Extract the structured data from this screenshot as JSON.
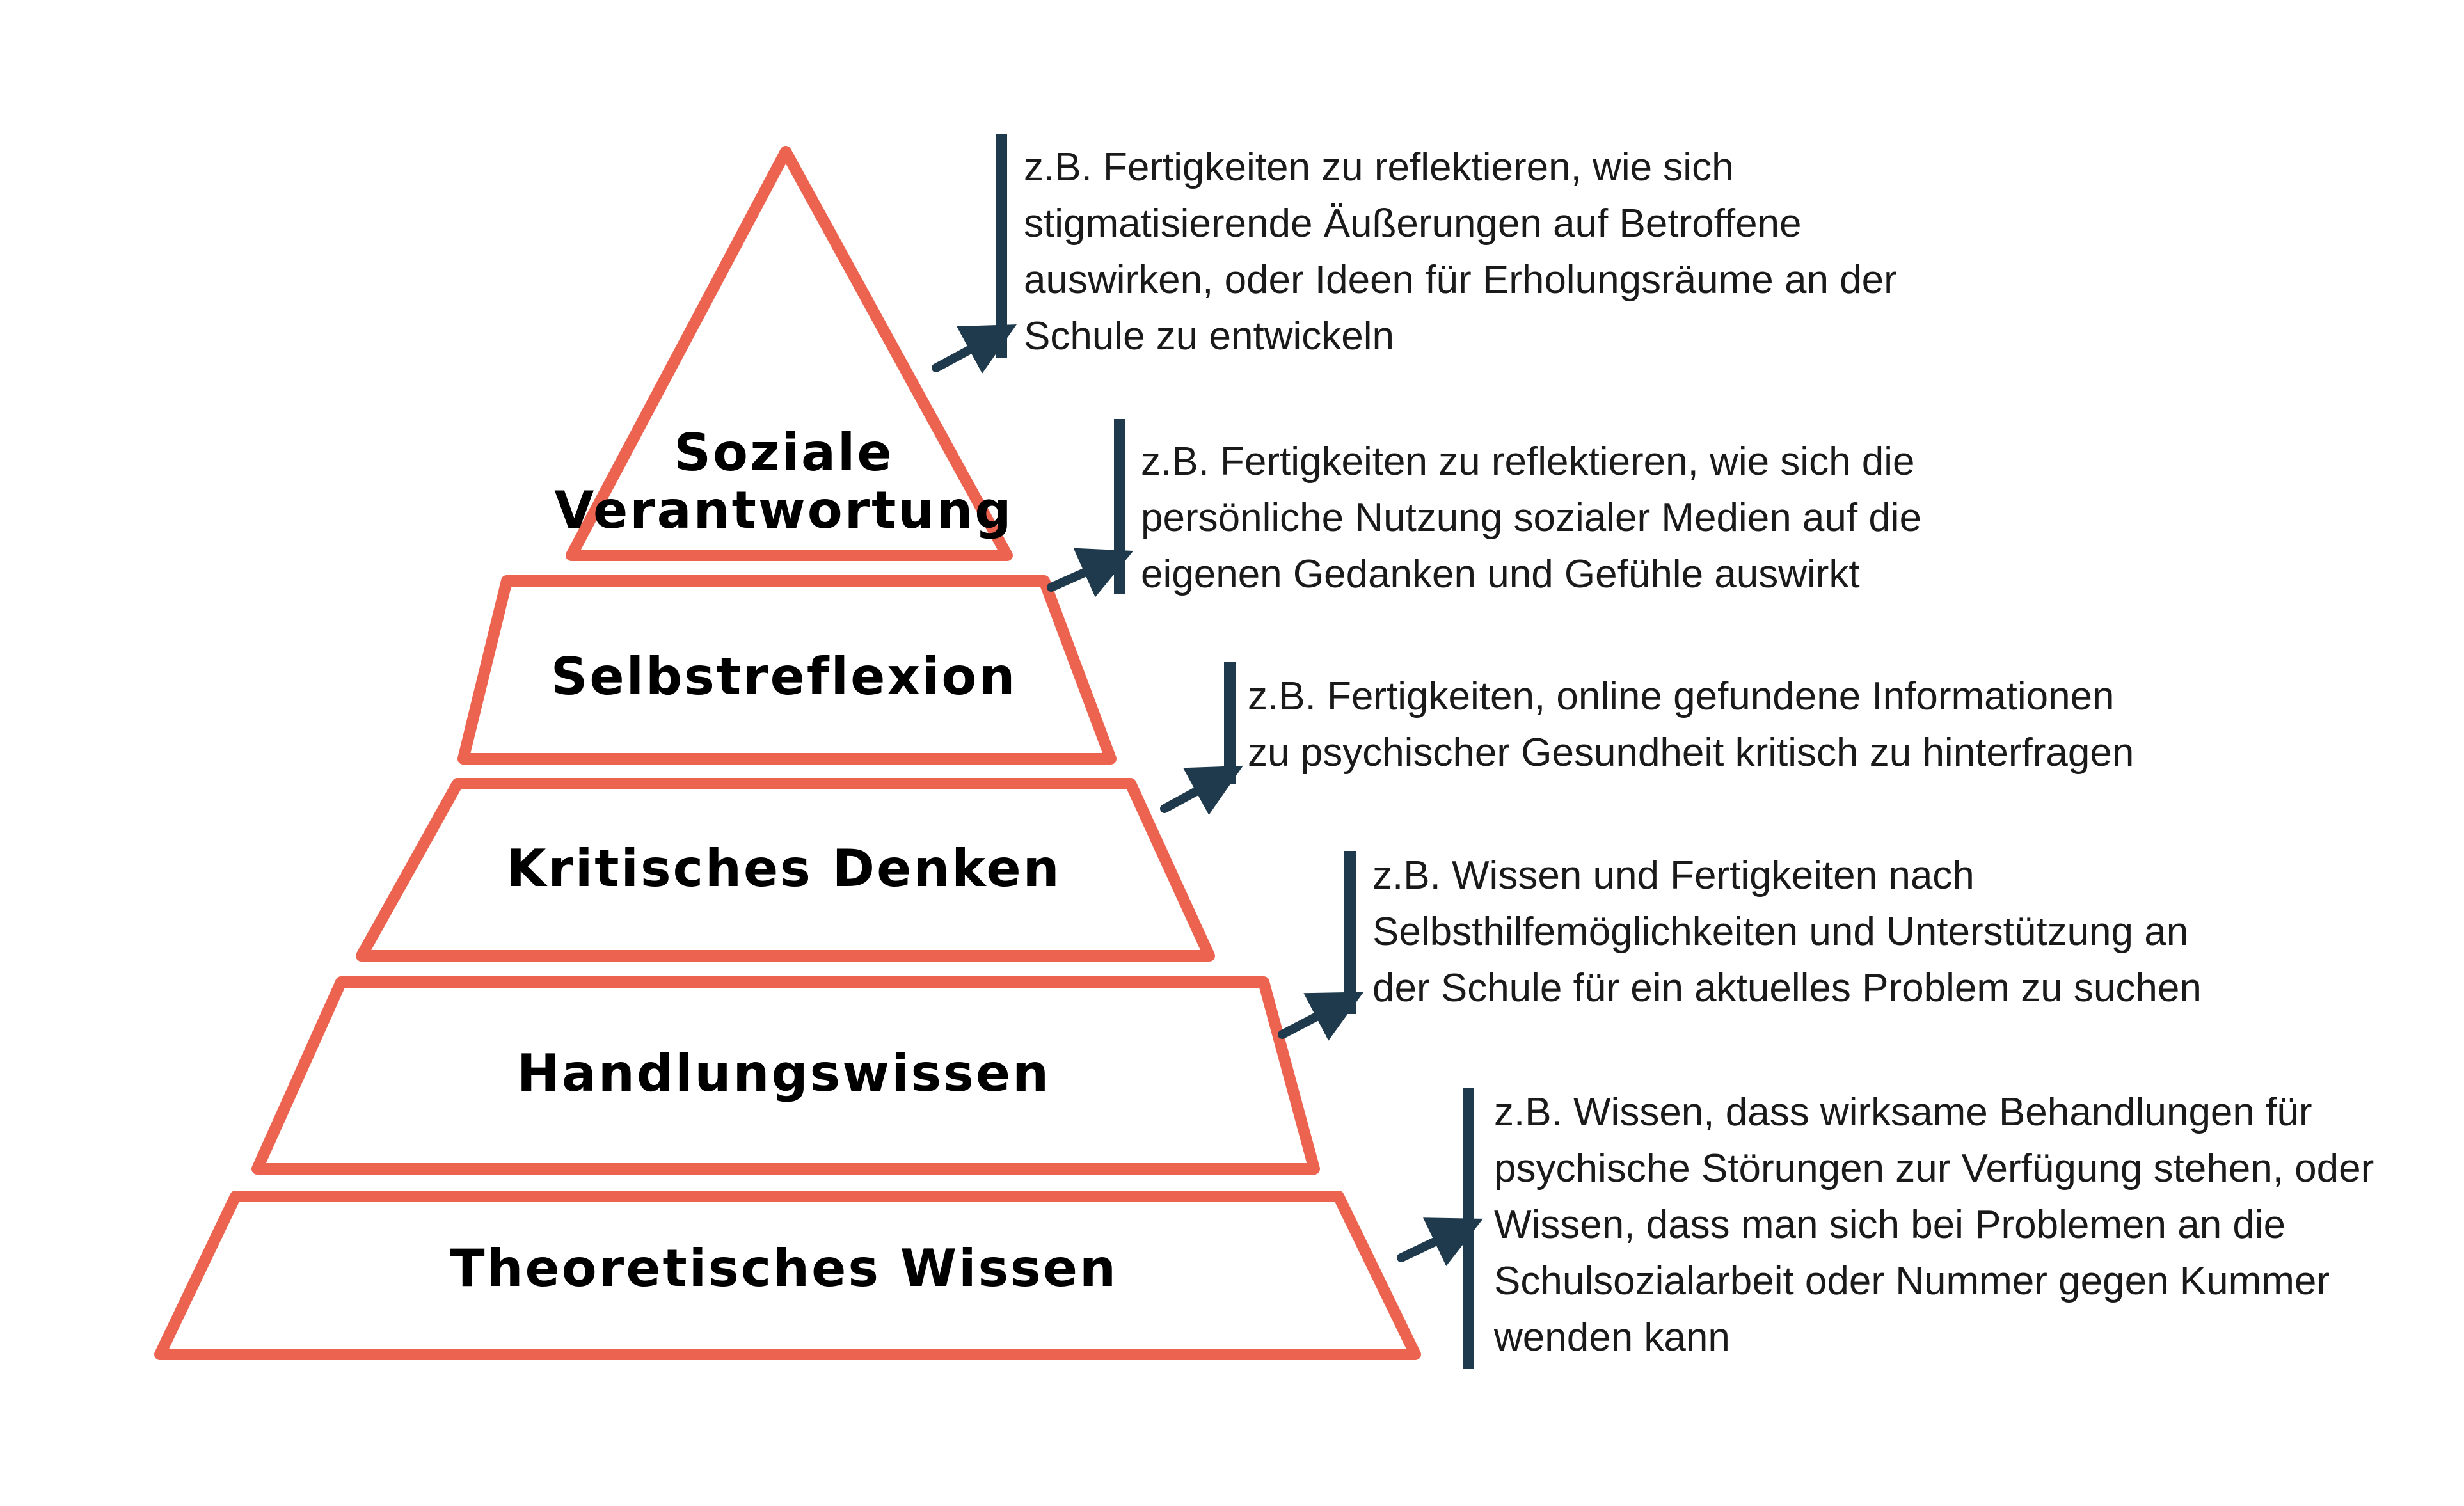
{
  "colors": {
    "pyramid_outline": "#ec6350",
    "arrow_and_bar": "#1e3a4c",
    "label_text": "#000000",
    "note_text": "#1a1a1a",
    "background": "#ffffff"
  },
  "pyramid": {
    "levels": [
      {
        "label_lines": [
          "Soziale",
          "Verantwortung"
        ],
        "note_lines": [
          "z.B. Fertigkeiten zu reflektieren, wie sich",
          "stigmatisierende Äußerungen auf Betroffene",
          "auswirken, oder Ideen für Erholungsräume an der",
          "Schule zu entwickeln"
        ]
      },
      {
        "label_lines": [
          "Selbstreflexion"
        ],
        "note_lines": [
          "z.B. Fertigkeiten zu reflektieren, wie sich die",
          "persönliche Nutzung sozialer Medien auf die",
          "eigenen Gedanken und Gefühle auswirkt"
        ]
      },
      {
        "label_lines": [
          "Kritisches Denken"
        ],
        "note_lines": [
          "z.B. Fertigkeiten, online gefundene Informationen",
          "zu psychischer Gesundheit kritisch zu hinterfragen"
        ]
      },
      {
        "label_lines": [
          "Handlungswissen"
        ],
        "note_lines": [
          "z.B. Wissen und Fertigkeiten nach",
          "Selbsthilfemöglichkeiten und Unterstützung an",
          "der Schule für ein aktuelles Problem zu suchen"
        ]
      },
      {
        "label_lines": [
          "Theoretisches Wissen"
        ],
        "note_lines": [
          "z.B. Wissen, dass wirksame Behandlungen für",
          "psychische Störungen zur Verfügung stehen, oder",
          "Wissen, dass man sich bei Problemen an die",
          "Schulsozialarbeit oder Nummer gegen Kummer",
          "wenden kann"
        ]
      }
    ]
  }
}
